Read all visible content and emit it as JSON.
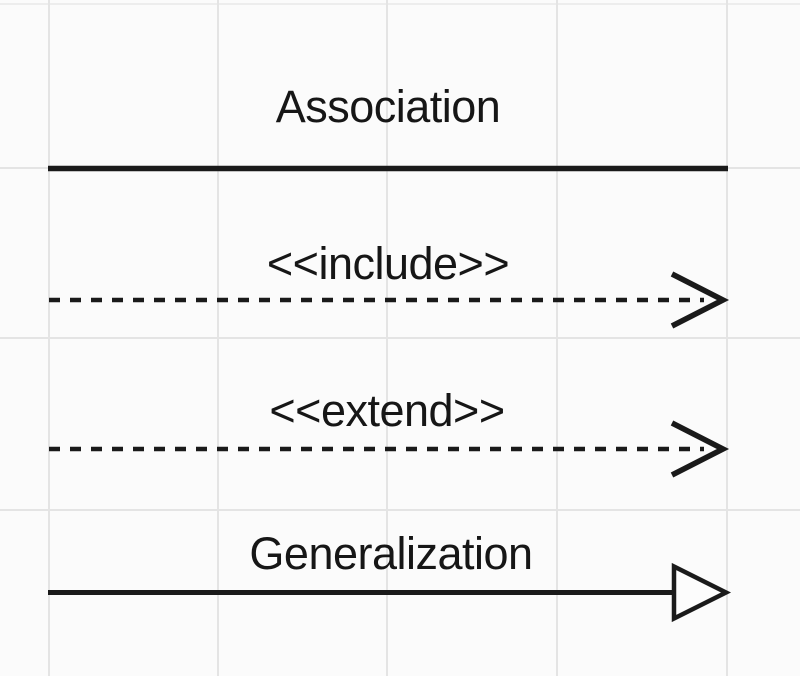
{
  "diagram": {
    "kind": "uml-use-case-relationship-notation",
    "colors": {
      "ink": "#1a1a1a",
      "grid": "#e4e4e4",
      "background": "#fbfbfb"
    },
    "rows": [
      {
        "label": "Association",
        "line_style": "solid",
        "arrowhead": "none"
      },
      {
        "label": "<<include>>",
        "line_style": "dashed",
        "arrowhead": "open-chevron"
      },
      {
        "label": "<<extend>>",
        "line_style": "dashed",
        "arrowhead": "open-chevron"
      },
      {
        "label": "Generalization",
        "line_style": "solid",
        "arrowhead": "hollow-triangle"
      }
    ]
  }
}
